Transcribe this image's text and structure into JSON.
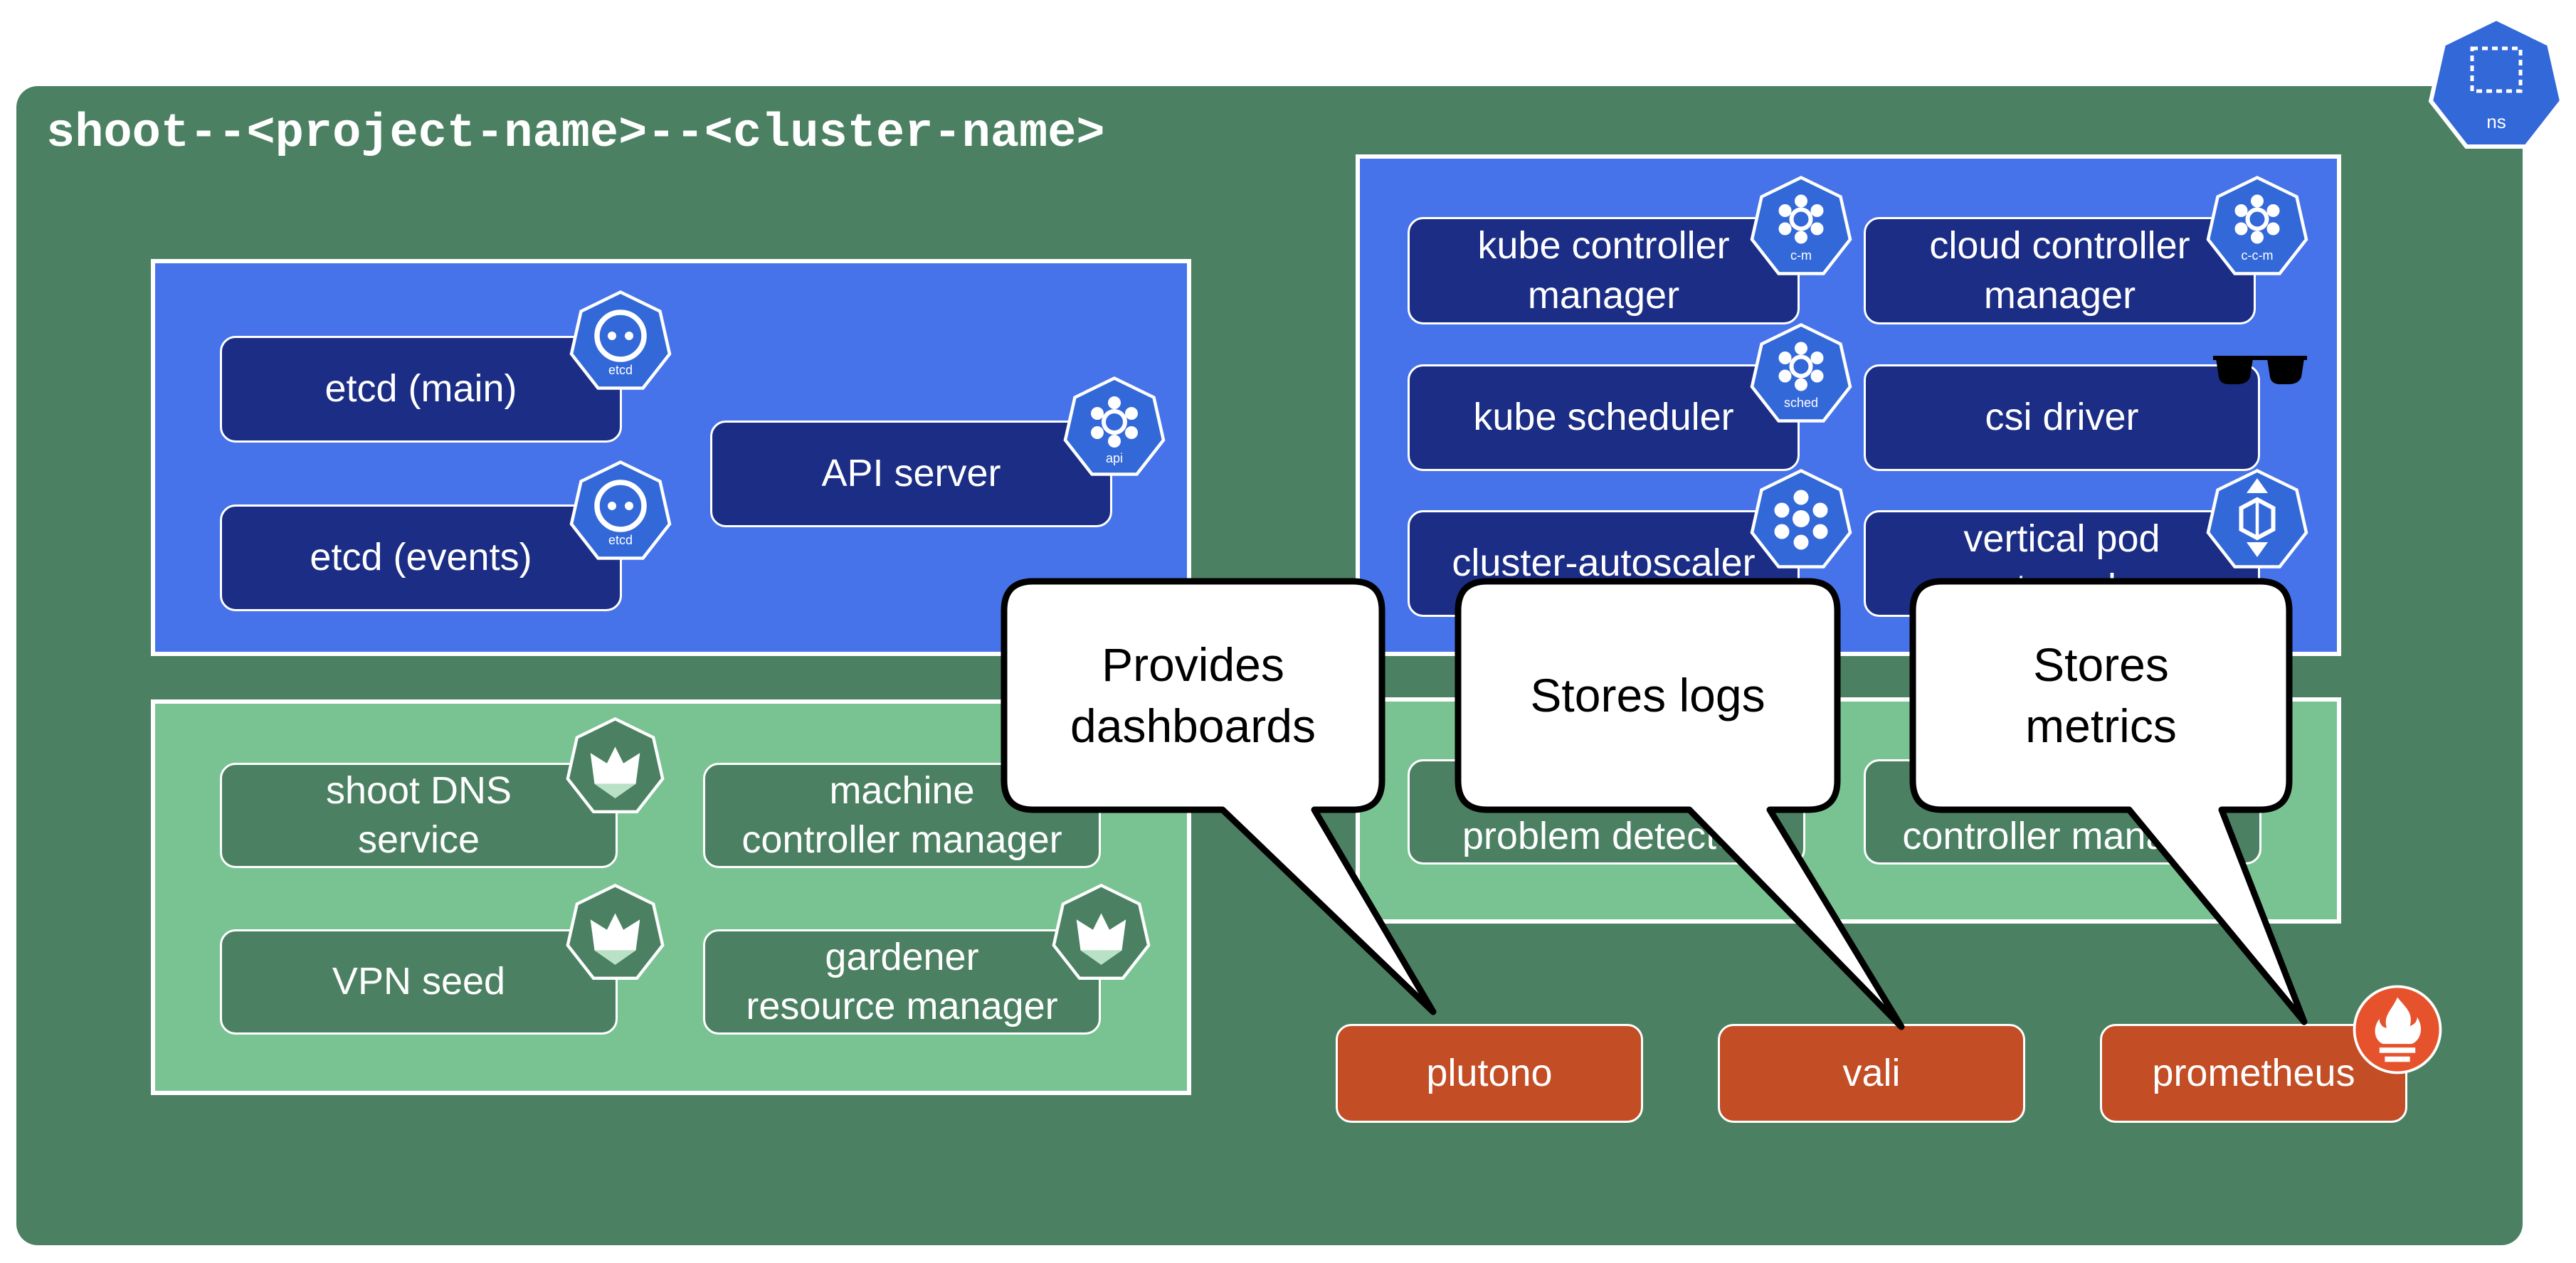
{
  "namespace": {
    "title": "shoot--<project-name>--<cluster-name>",
    "badge_label": "ns"
  },
  "control_plane_core": {
    "nodes": {
      "etcd_main": {
        "label": "etcd (main)",
        "badge": "etcd"
      },
      "etcd_events": {
        "label": "etcd (events)",
        "badge": "etcd"
      },
      "api_server": {
        "label": "API server",
        "badge": "api"
      }
    }
  },
  "control_plane_controllers": {
    "nodes": {
      "kube_controller_manager": {
        "label": "kube controller\nmanager",
        "badge": "c-m"
      },
      "cloud_controller_manager": {
        "label": "cloud controller\nmanager",
        "badge": "c-c-m"
      },
      "kube_scheduler": {
        "label": "kube scheduler",
        "badge": "sched"
      },
      "csi_driver": {
        "label": "csi driver",
        "badge": "sunglasses-icon"
      },
      "cluster_autoscaler": {
        "label": "cluster-autoscaler",
        "badge": ""
      },
      "vertical_pod_autoscaler": {
        "label": "vertical pod\nautoscaler",
        "badge": "vpa-icon"
      }
    }
  },
  "gardener_components": {
    "nodes": {
      "shoot_dns_service": {
        "label": "shoot DNS\nservice"
      },
      "machine_controller_manager": {
        "label": "machine\ncontroller manager"
      },
      "vpn_seed": {
        "label": "VPN seed"
      },
      "gardener_resource_manager": {
        "label": "gardener\nresource manager"
      }
    }
  },
  "extensions": {
    "nodes": {
      "node_problem_detector": {
        "label": "node\nproblem detector"
      },
      "extension_controller_manager": {
        "label": "extension\ncontroller manager"
      }
    }
  },
  "observability": {
    "nodes": {
      "plutono": {
        "label": "plutono"
      },
      "vali": {
        "label": "vali"
      },
      "prometheus": {
        "label": "prometheus"
      }
    }
  },
  "callouts": {
    "plutono": "Provides\ndashboards",
    "vali": "Stores logs",
    "prometheus": "Stores\nmetrics"
  },
  "colors": {
    "namespace_bg": "#4b8162",
    "control_plane_blue": "#4673ea",
    "node_dark_blue": "#1c2d85",
    "component_green": "#79c393",
    "node_green": "#4b8162",
    "observability_orange": "#c34d25",
    "k8s_badge_blue": "#3368d8",
    "prometheus_orange": "#e6522c"
  }
}
